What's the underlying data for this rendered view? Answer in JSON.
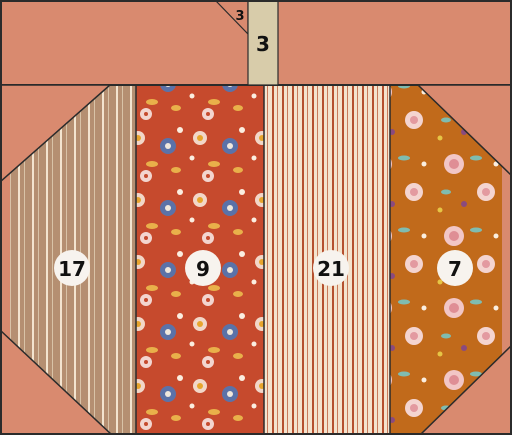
{
  "block": {
    "colors": {
      "background": "#d98a6f",
      "stem": "#d8ccaa",
      "stripe_a_base": "#b58f71",
      "stripe_a_line": "#f3e4cf",
      "floral_red_base": "#c64a2d",
      "stripe_b_base": "#f4e3cd",
      "stripe_b_line": "#b5502f",
      "floral_orange_base": "#c16a1b",
      "outline": "#2b2b2b",
      "label_bg": "#f7f3ee"
    },
    "labels": {
      "stem_top": "3",
      "stem_main": "3",
      "panel_1": "17",
      "panel_2": "9",
      "panel_3": "21",
      "panel_4": "7"
    },
    "fabrics": [
      "stripe-icon",
      "floral-icon",
      "stripe-icon",
      "floral-icon"
    ]
  }
}
